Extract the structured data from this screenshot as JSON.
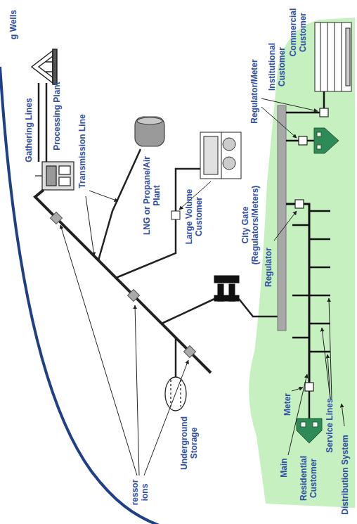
{
  "diagram": {
    "labels": [
      "g Wells",
      "Gathering Lines",
      "Processing Plant",
      "Transmission Line",
      "LNG or Propane/Air Plant",
      "Large Volume Customer",
      "City Gate (Regulators/Meters)",
      "Regulator/Meter",
      "Institutional Customer",
      "Commercial Customer",
      "Regulator",
      "Main",
      "Meter",
      "Service Lines",
      "Residential Customer",
      "Distribution System",
      "Underground Storage",
      "ressor ions"
    ]
  }
}
